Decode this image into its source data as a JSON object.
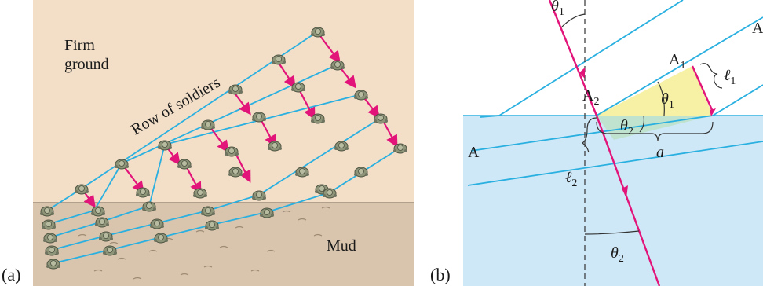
{
  "panel_a": {
    "label": "(a)",
    "region_top_label_line1": "Firm",
    "region_top_label_line2": "ground",
    "row_label": "Row of soldiers",
    "region_bottom_label": "Mud"
  },
  "panel_b": {
    "label": "(b)",
    "theta1_top": "θ1",
    "point_A1": "A1",
    "point_A2": "A2",
    "theta1": "θ1",
    "theta2_inner": "θ2",
    "ell1": "ℓ1",
    "ell2": "ℓ2",
    "point_A_left": "A",
    "point_A_right": "A",
    "dist_a": "a",
    "theta2_bottom": "θ2"
  },
  "colors": {
    "firm_ground": "#f3dfc8",
    "mud": "#d9c5ad",
    "water": "#cfe8f7",
    "wavefront": "#2ab0e0",
    "arrow": "#e2147a",
    "angle_fill_1": "#f6f1a4",
    "angle_fill_2": "#bfe3cf"
  }
}
